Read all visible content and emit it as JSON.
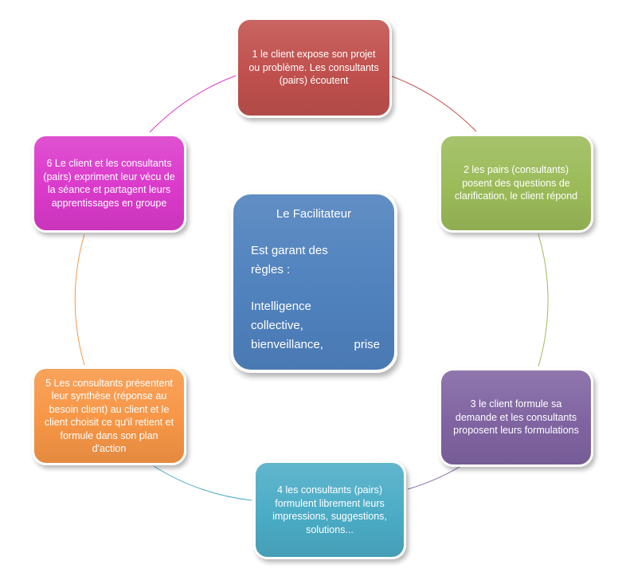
{
  "colors": {
    "step_1": "#c0504d",
    "step_2": "#9bbb59",
    "step_3": "#8064a2",
    "step_4": "#4bacc6",
    "step_5": "#f79646",
    "step_6": "#db3acb",
    "center": "#4f81bd"
  },
  "connector_colors": [
    "#c0504d",
    "#9bbb59",
    "#8064a2",
    "#4bacc6",
    "#f79646",
    "#db3acb"
  ],
  "center": {
    "title": "Le Facilitateur",
    "line1": "Est garant des",
    "line2": "règles :",
    "line3": "Intelligence",
    "line4": "collective,",
    "line5": "bienveillance,      prise"
  },
  "steps": [
    {
      "text": "1 le client expose son projet ou problème. Les consultants (pairs) écoutent"
    },
    {
      "text": "2 les pairs (consultants) posent des questions de clarification, le client répond"
    },
    {
      "text": "3 le client formule sa demande et les consultants proposent leurs formulations"
    },
    {
      "text": "4 les consultants (pairs) formulent librement leurs impressions, suggestions, solutions..."
    },
    {
      "text": "5 Les consultants présentent leur synthèse (réponse au besoin client) au client et le client choisit ce qu'il retient et formule dans son plan d'action"
    },
    {
      "text": "6 Le client et les consultants (pairs) expriment leur vécu de la séance et partagent leurs apprentissages en groupe"
    }
  ]
}
